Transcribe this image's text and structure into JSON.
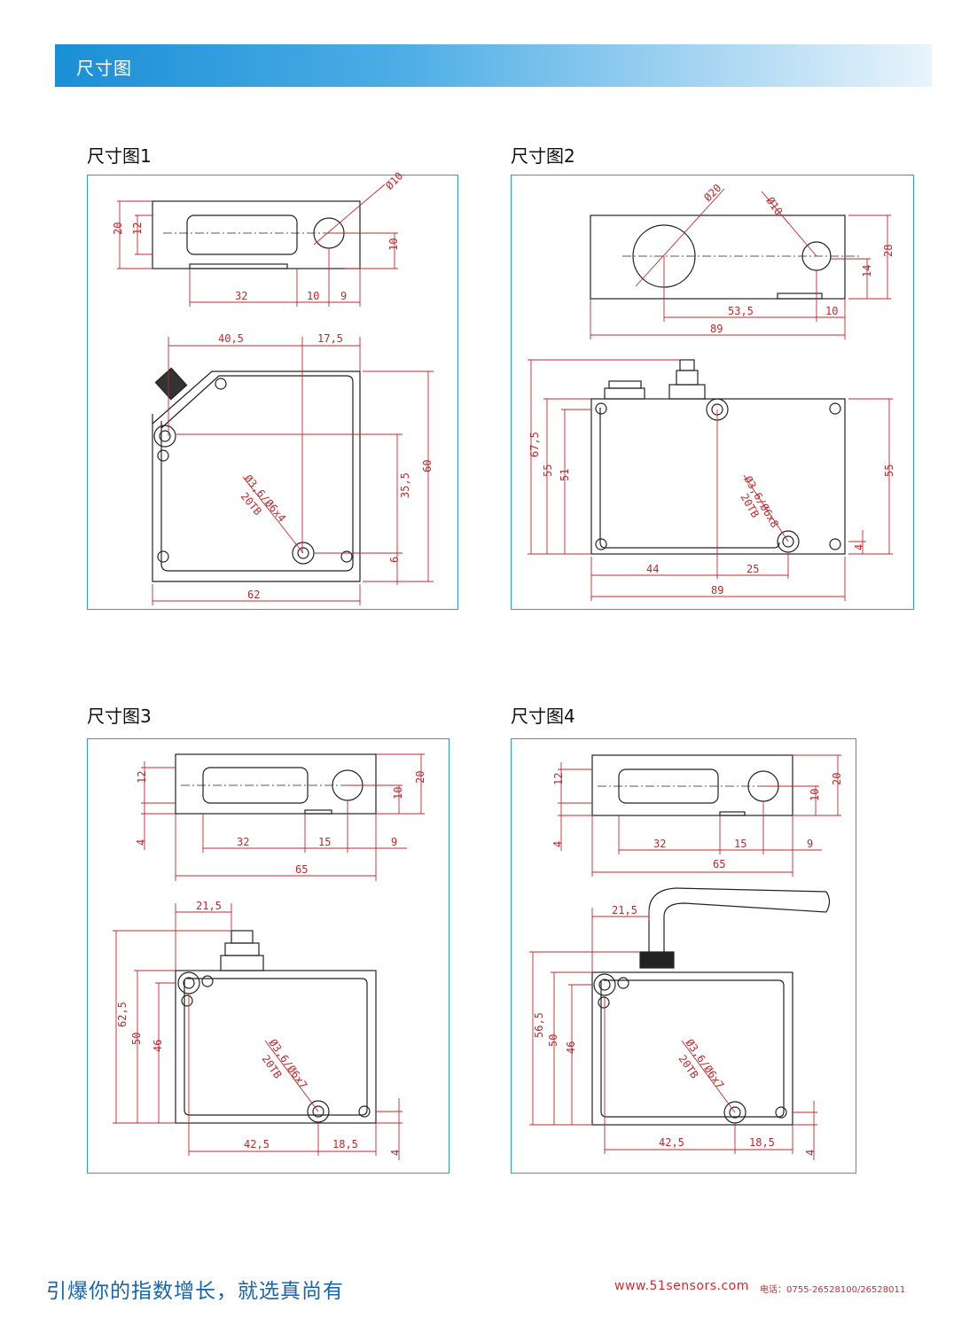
{
  "header": {
    "title": "尺寸图"
  },
  "panels": [
    {
      "title": "尺寸图1",
      "labels": [
        "Ø10",
        "20",
        "12",
        "10",
        "32",
        "10",
        "9",
        "40,5",
        "17,5",
        "35,5",
        "60",
        "6",
        "62",
        "Ø3,6/Ø6x4",
        "20TB"
      ]
    },
    {
      "title": "尺寸图2",
      "labels": [
        "Ø20",
        "Ø10",
        "28",
        "14",
        "53,5",
        "10",
        "89",
        "67,5",
        "55",
        "51",
        "55",
        "4",
        "44",
        "25",
        "89",
        "Ø3,6/Ø6x8",
        "20TB"
      ]
    },
    {
      "title": "尺寸图3",
      "labels": [
        "12",
        "20",
        "10",
        "4",
        "32",
        "15",
        "9",
        "65",
        "21,5",
        "62,5",
        "50",
        "46",
        "42,5",
        "18,5",
        "4",
        "Ø3,6/Ø6x7",
        "20TB"
      ]
    },
    {
      "title": "尺寸图4",
      "labels": [
        "12",
        "20",
        "10",
        "4",
        "32",
        "15",
        "9",
        "65",
        "21,5",
        "56,5",
        "50",
        "46",
        "42,5",
        "18,5",
        "4",
        "Ø3,6/Ø6x7",
        "20TB"
      ]
    }
  ],
  "footer": {
    "slogan": "引爆你的指数增长，就选真尚有",
    "website": "www.51sensors.com",
    "phone": "电话：0755-26528100/26528011"
  }
}
